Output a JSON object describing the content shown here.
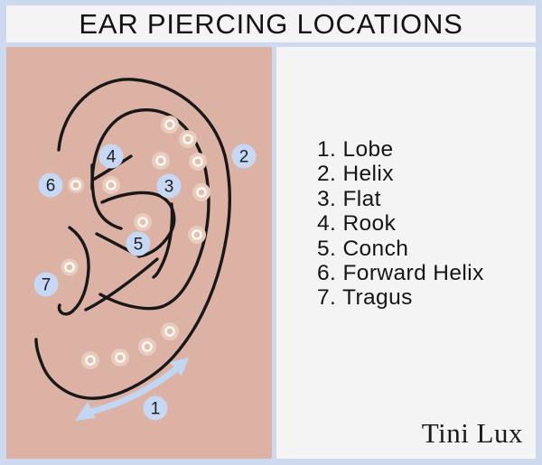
{
  "title": "EAR PIERCING LOCATIONS",
  "brand": "Tini Lux",
  "legend": {
    "items": [
      {
        "text": "1. Lobe",
        "number": "1",
        "label": "Lobe"
      },
      {
        "text": "2. Helix",
        "number": "2",
        "label": "Helix"
      },
      {
        "text": "3. Flat",
        "number": "3",
        "label": "Flat"
      },
      {
        "text": "4. Rook",
        "number": "4",
        "label": "Rook"
      },
      {
        "text": "5. Conch",
        "number": "5",
        "label": "Conch"
      },
      {
        "text": "6. Forward Helix",
        "number": "6",
        "label": "Forward Helix"
      },
      {
        "text": "7. Tragus",
        "number": "7",
        "label": "Tragus"
      }
    ]
  },
  "badges": [
    {
      "number": "1",
      "location": "Lobe"
    },
    {
      "number": "2",
      "location": "Helix"
    },
    {
      "number": "3",
      "location": "Flat"
    },
    {
      "number": "4",
      "location": "Rook"
    },
    {
      "number": "5",
      "location": "Conch"
    },
    {
      "number": "6",
      "location": "Forward Helix"
    },
    {
      "number": "7",
      "location": "Tragus"
    }
  ],
  "icons": {
    "piercing_stud": "piercing-stud-icon",
    "lobe_range_arrow": "double-headed-curved-arrow-icon"
  },
  "colors": {
    "border_blue": "#ccd9ee",
    "panel_pink": "#dbb2a4",
    "panel_gray": "#f4f4f5",
    "badge_blue": "#c6d8f3",
    "arrow_blue": "#c2d6f2",
    "ear_line": "#181818",
    "stud_ring": "#fcf7f2",
    "text_dark": "#151515"
  }
}
